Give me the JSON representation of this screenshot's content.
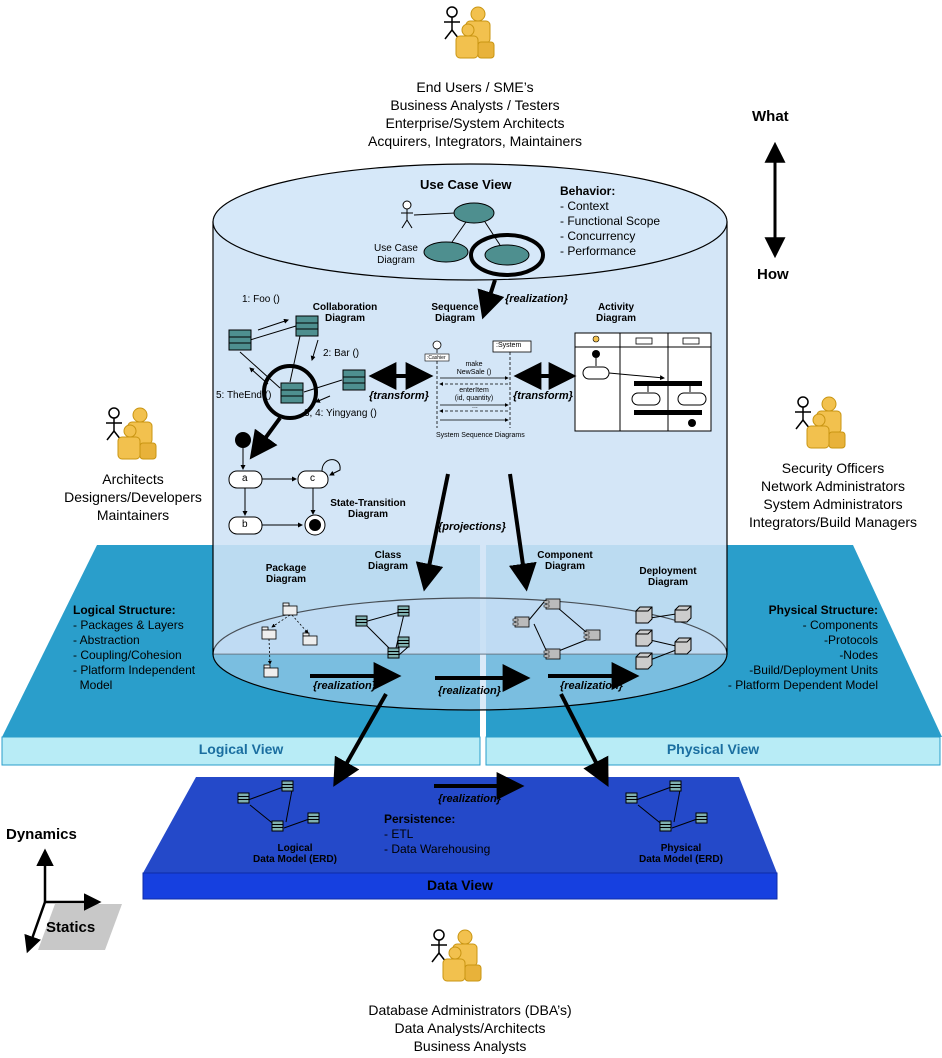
{
  "roles": {
    "top": [
      "End Users / SME’s",
      "Business Analysts / Testers",
      "Enterprise/System Architects",
      "Acquirers, Integrators, Maintainers"
    ],
    "left": [
      "Architects",
      "Designers/Developers",
      "Maintainers"
    ],
    "right": [
      "Security Officers",
      "Network Administrators",
      "System Administrators",
      "Integrators/Build Managers"
    ],
    "bottom": [
      "Database Administrators (DBA’s)",
      "Data Analysts/Architects",
      "Business Analysts"
    ]
  },
  "axis": {
    "what": "What",
    "how": "How",
    "dynamics": "Dynamics",
    "statics": "Statics"
  },
  "use_case": {
    "title": "Use Case View",
    "diagram": [
      "Use Case",
      "Diagram"
    ],
    "behavior_title": "Behavior:",
    "behavior": [
      "- Context",
      "- Functional Scope",
      "- Concurrency",
      "- Performance"
    ]
  },
  "collaboration": {
    "title": [
      "Collaboration",
      "Diagram"
    ],
    "msg1": "1: Foo ()",
    "msg2": "2: Bar ()",
    "msg3": "5: TheEnd ()",
    "msg4": "3, 4: Yingyang ()"
  },
  "sequence": {
    "title": [
      "Sequence",
      "Diagram"
    ],
    "system": ":System",
    "cashier": ":Cashier",
    "m1": [
      "make",
      "NewSale ()"
    ],
    "m2": [
      "enterItem",
      "(id, quantity)"
    ],
    "dots": "...",
    "caption": "System Sequence Diagrams"
  },
  "activity": {
    "title": [
      "Activity",
      "Diagram"
    ]
  },
  "state": {
    "title": [
      "State-Transition",
      "Diagram"
    ],
    "a": "a",
    "b": "b",
    "c": "c"
  },
  "relations": {
    "realization": "{realization}",
    "transform": "{transform}",
    "projections": "{projections}"
  },
  "logical": {
    "package": [
      "Package",
      "Diagram"
    ],
    "class": [
      "Class",
      "Diagram"
    ],
    "structure_title": "Logical Structure:",
    "structure": [
      "- Packages & Layers",
      "- Abstraction",
      "- Coupling/Cohesion",
      "- Platform Independent",
      "  Model"
    ],
    "view": "Logical View"
  },
  "physical": {
    "component": [
      "Component",
      "Diagram"
    ],
    "deployment": [
      "Deployment",
      "Diagram"
    ],
    "structure_title": "Physical Structure:",
    "structure": [
      "- Components",
      "-Protocols",
      "-Nodes",
      "-Build/Deployment Units",
      "- Platform Dependent Model"
    ],
    "view": "Physical View"
  },
  "data": {
    "logical_model": [
      "Logical",
      "Data Model (ERD)"
    ],
    "physical_model": [
      "Physical",
      "Data Model (ERD)"
    ],
    "persistence_title": "Persistence:",
    "persistence": [
      "- ETL",
      "- Data Warehousing"
    ],
    "view": "Data View"
  },
  "colors": {
    "cylinder": "#cfe3f7",
    "logical_plate": "#2a9ecb",
    "plate_front": "#b8ecf6",
    "data_plate": "#2449c9",
    "data_front": "#1640e0",
    "actor": "#f2c14e"
  }
}
